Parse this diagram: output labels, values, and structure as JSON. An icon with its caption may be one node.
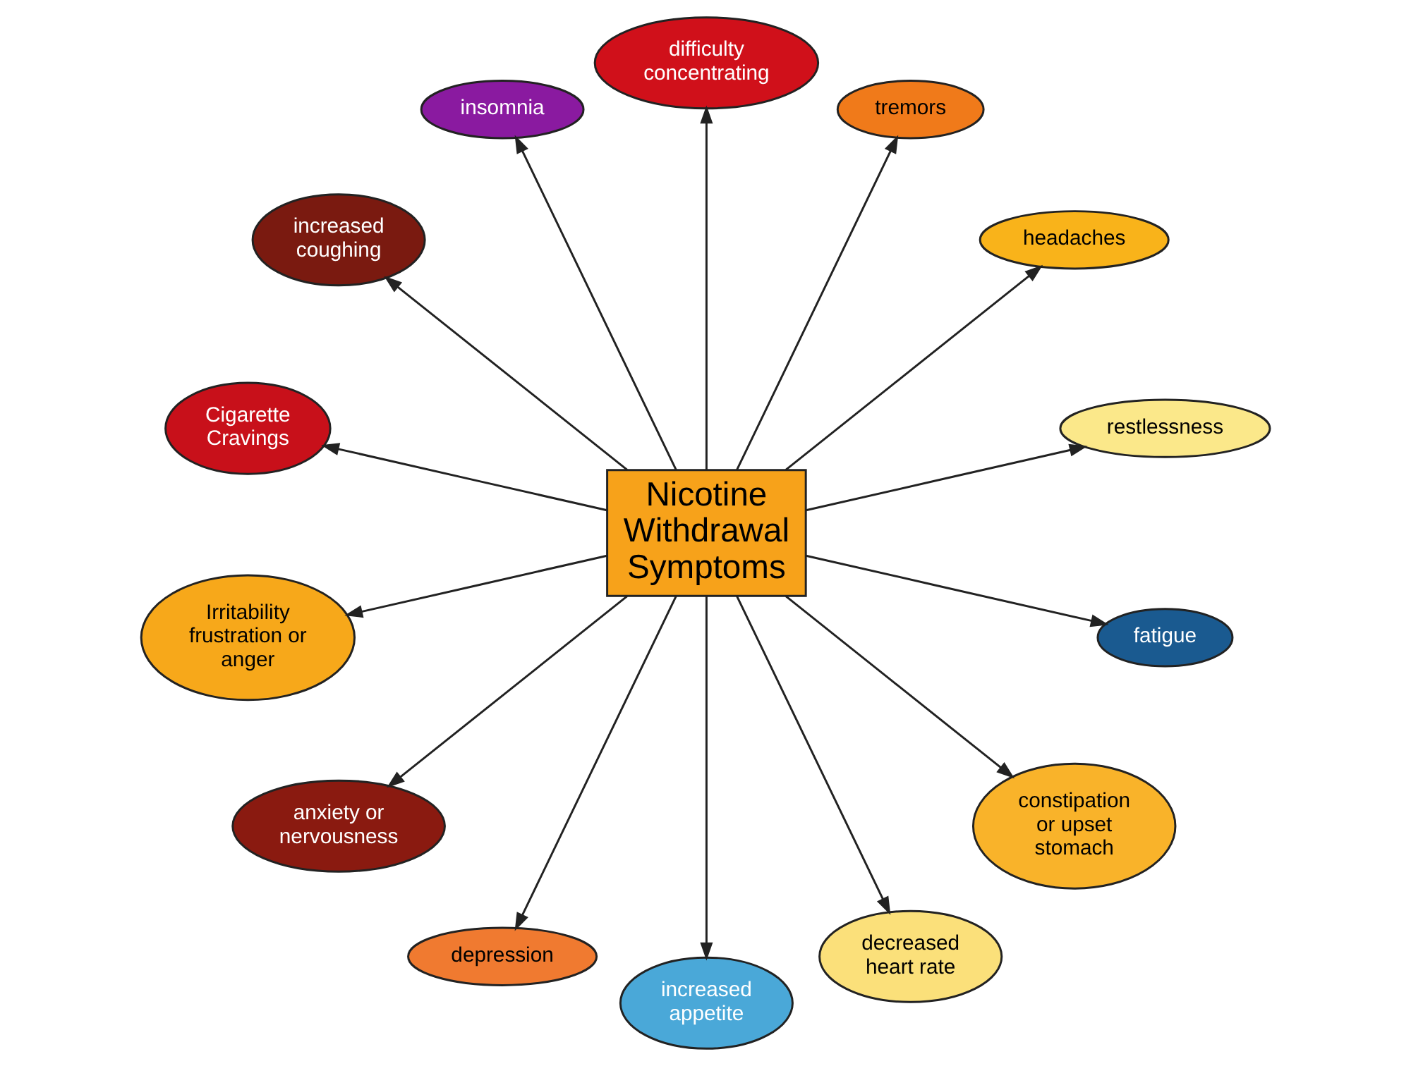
{
  "diagram": {
    "nodes": [
      {
        "text": [
          "Nicotine Withdrawal Symptoms"
        ]
      },
      {
        "text": [
          "restlessness"
        ]
      },
      {
        "text": [
          "headaches"
        ]
      },
      {
        "text": [
          "tremors"
        ]
      },
      {
        "text": [
          "difficulty concentrating"
        ]
      },
      {
        "text": [
          "insomnia"
        ]
      },
      {
        "text": [
          "increased coughing"
        ]
      },
      {
        "text": [
          "Cigarette Cravings"
        ]
      },
      {
        "text": [
          "Irritability frustration or anger"
        ]
      },
      {
        "text": [
          "anxiety or nervousness"
        ]
      },
      {
        "text": [
          "depression"
        ]
      },
      {
        "text": [
          "increased appetite"
        ]
      },
      {
        "text": [
          "decreased heart rate"
        ]
      },
      {
        "text": [
          "constipation or upset stomach"
        ]
      },
      {
        "text": [
          "fatigue"
        ]
      }
    ],
    "edges": [
      {
        "from": 0,
        "to": 1,
        "arrow": "to"
      },
      {
        "from": 0,
        "to": 2,
        "arrow": "to"
      },
      {
        "from": 0,
        "to": 3,
        "arrow": "to"
      },
      {
        "from": 0,
        "to": 4,
        "arrow": "to"
      },
      {
        "from": 0,
        "to": 5,
        "arrow": "to"
      },
      {
        "from": 0,
        "to": 6,
        "arrow": "to"
      },
      {
        "from": 0,
        "to": 7,
        "arrow": "to"
      },
      {
        "from": 0,
        "to": 8,
        "arrow": "to"
      },
      {
        "from": 0,
        "to": 9,
        "arrow": "to"
      },
      {
        "from": 0,
        "to": 10,
        "arrow": "to"
      },
      {
        "from": 0,
        "to": 11,
        "arrow": "to"
      },
      {
        "from": 0,
        "to": 12,
        "arrow": "to"
      },
      {
        "from": 0,
        "to": 13,
        "arrow": "to"
      },
      {
        "from": 0,
        "to": 14,
        "arrow": "to"
      }
    ]
  }
}
